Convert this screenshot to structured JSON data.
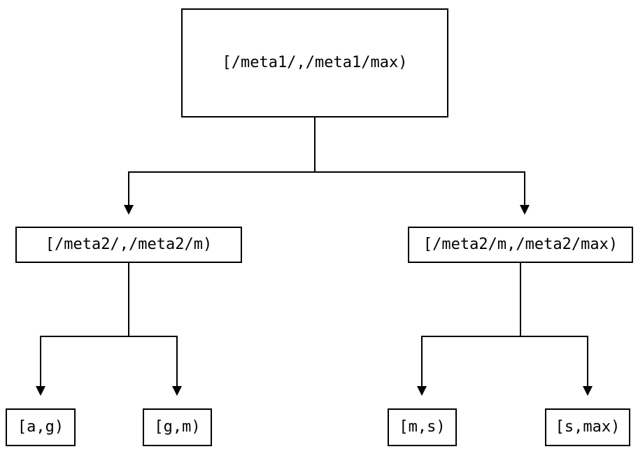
{
  "diagram": {
    "type": "tree",
    "colors": {
      "background": "#ffffff",
      "line": "#000000",
      "box_border": "#000000",
      "text": "#000000"
    },
    "nodes": [
      {
        "id": "meta1-range",
        "label": "[/meta1/,/meta1/max)"
      },
      {
        "id": "meta2-low-range",
        "label": "[/meta2/,/meta2/m)"
      },
      {
        "id": "meta2-high-range",
        "label": "[/meta2/m,/meta2/max)"
      },
      {
        "id": "range-a-g",
        "label": "[a,g)"
      },
      {
        "id": "range-g-m",
        "label": "[g,m)"
      },
      {
        "id": "range-m-s",
        "label": "[m,s)"
      },
      {
        "id": "range-s-max",
        "label": "[s,max)"
      }
    ],
    "edges": [
      {
        "from": "meta1-range",
        "to": "meta2-low-range"
      },
      {
        "from": "meta1-range",
        "to": "meta2-high-range"
      },
      {
        "from": "meta2-low-range",
        "to": "range-a-g"
      },
      {
        "from": "meta2-low-range",
        "to": "range-g-m"
      },
      {
        "from": "meta2-high-range",
        "to": "range-m-s"
      },
      {
        "from": "meta2-high-range",
        "to": "range-s-max"
      }
    ]
  }
}
